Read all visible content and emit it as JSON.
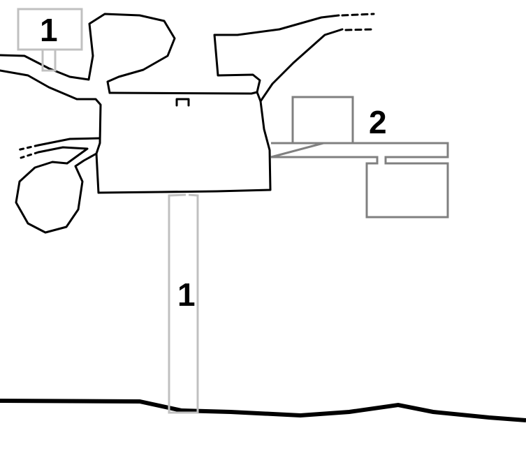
{
  "labels": {
    "top_left": "1",
    "bottom_post": "1",
    "right_structure": "2"
  },
  "colors": {
    "ink": "#000000",
    "label_box_1": "#c0c0c0",
    "label_box_2": "#808080"
  }
}
